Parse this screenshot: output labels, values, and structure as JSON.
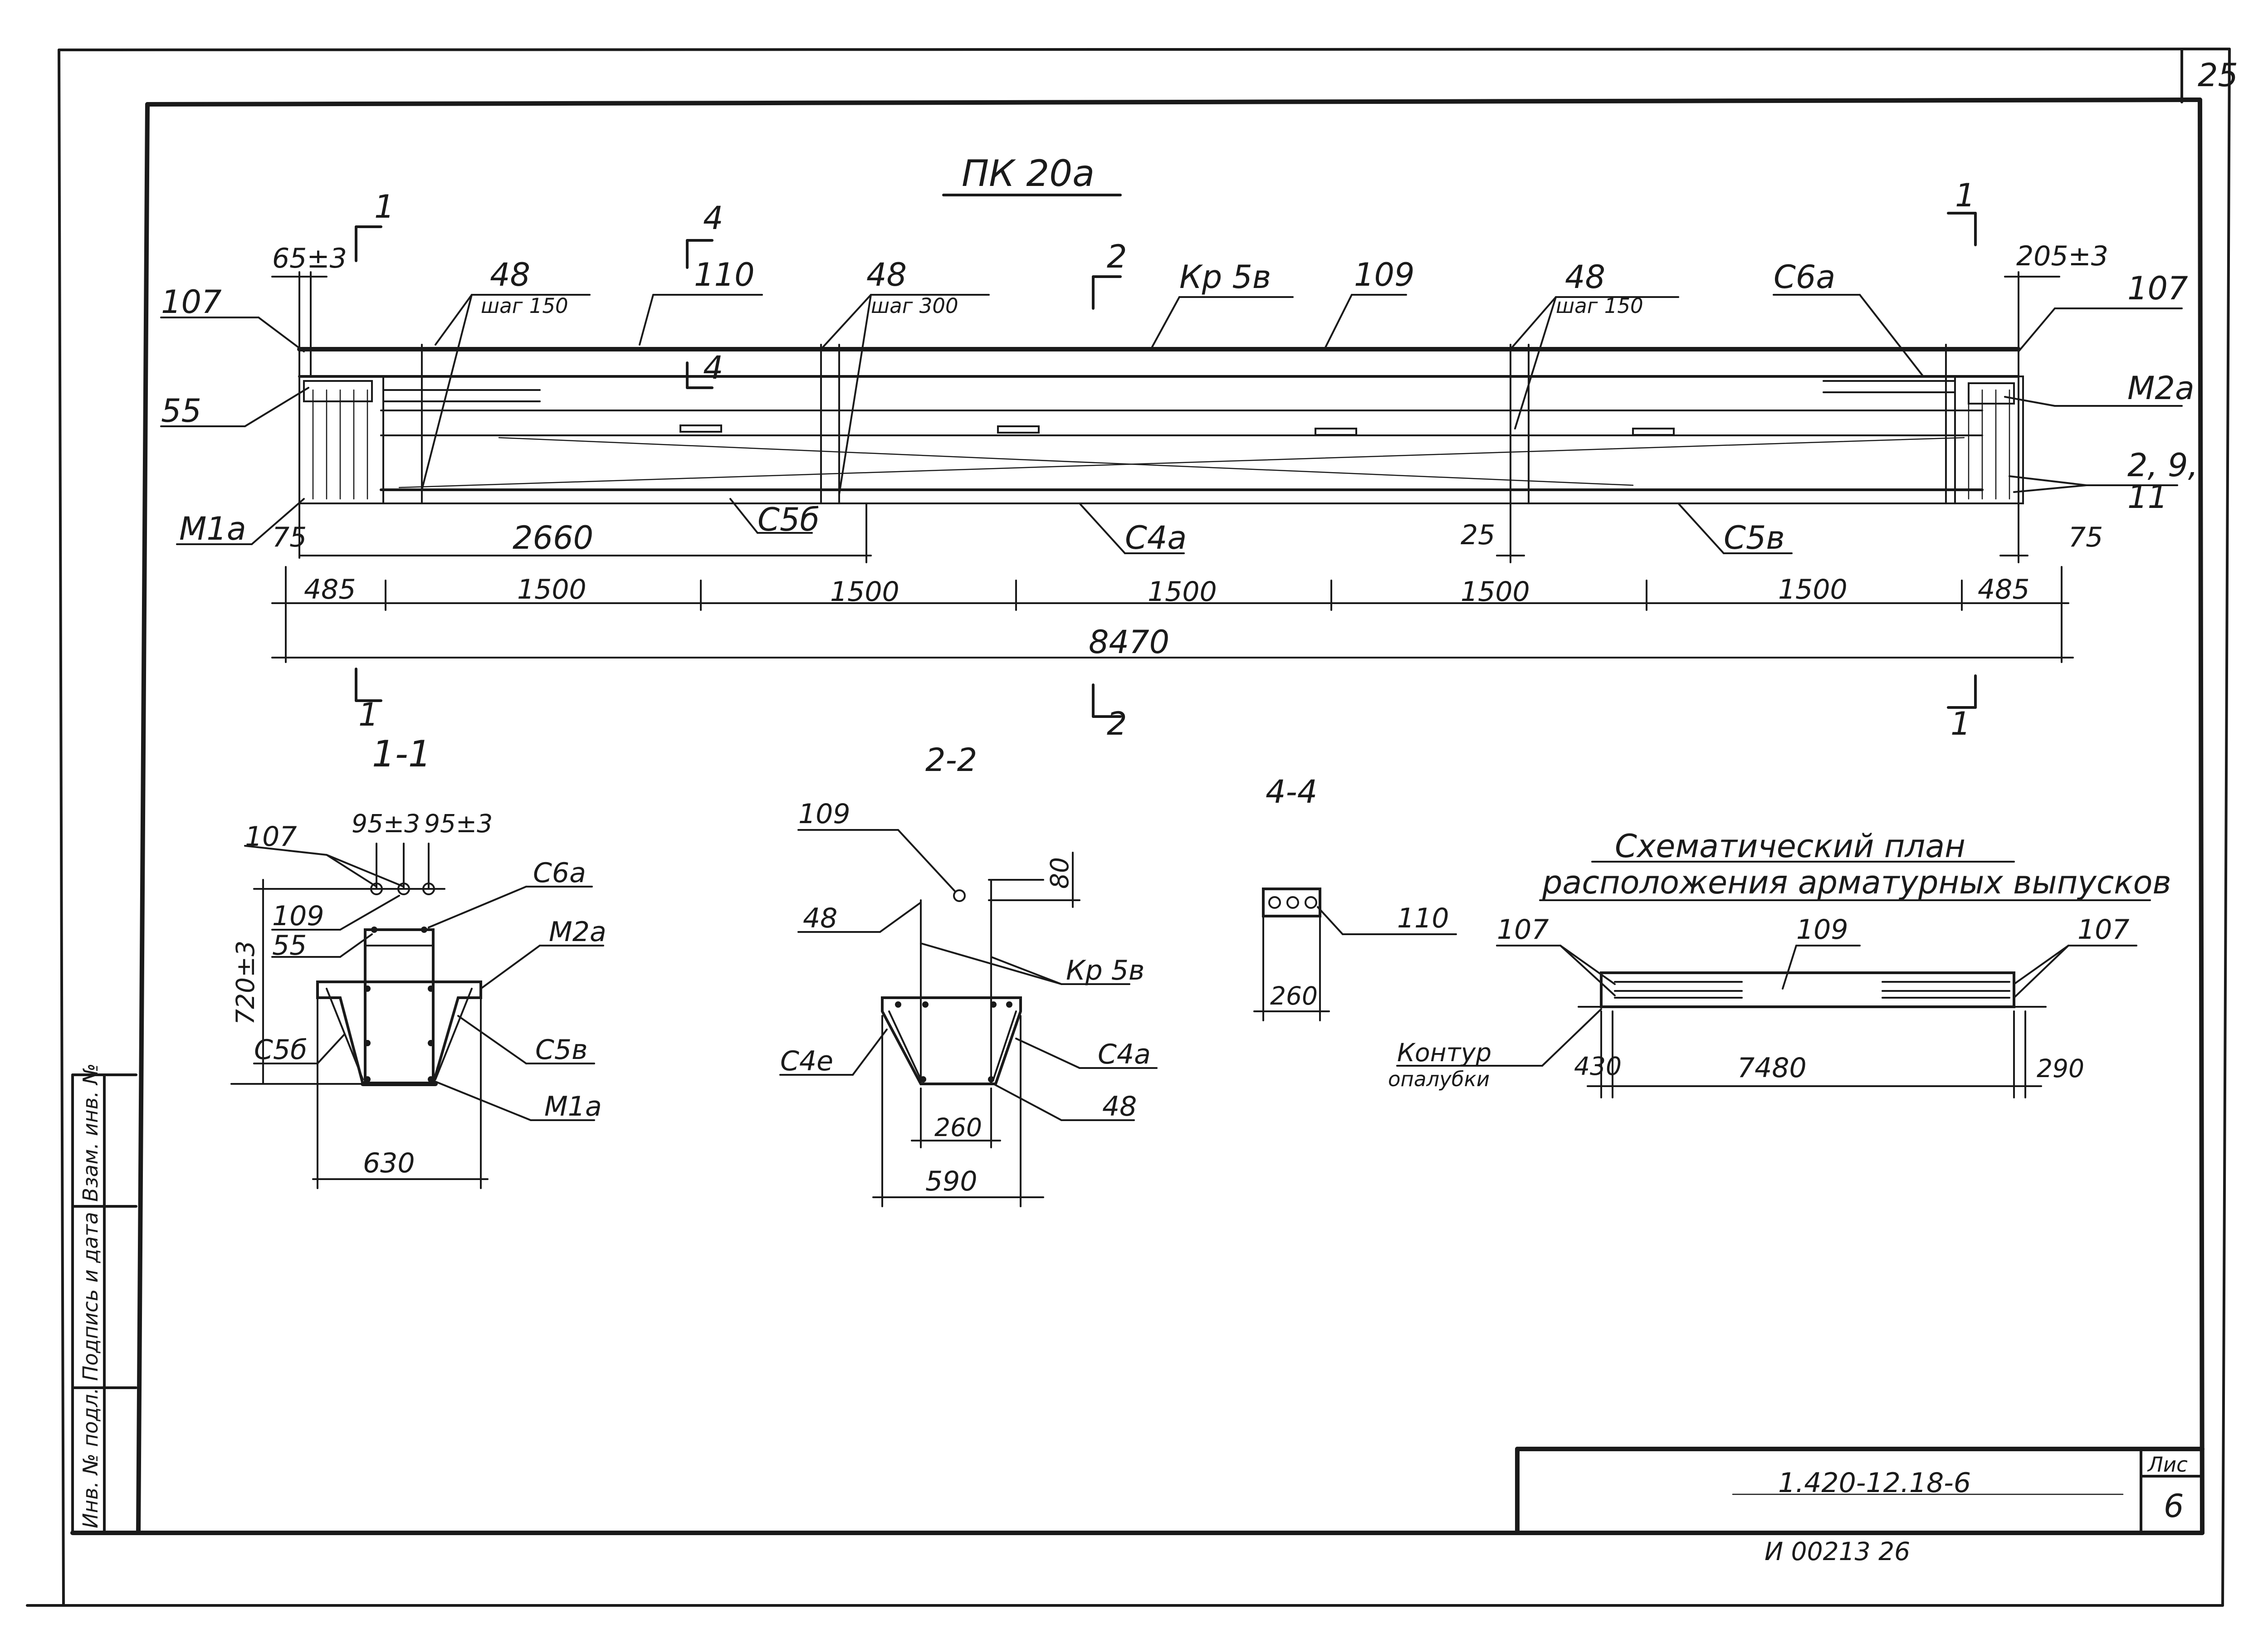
{
  "sheet": {
    "page_number": "25",
    "doc_code": "1.420-12.18-6",
    "sheet_label": "Лис",
    "sheet_number": "6",
    "archive_number": "И 00213 26",
    "side_stamp": [
      "Инв. № подл.",
      "Подпись и дата",
      "Взам. инв. №"
    ]
  },
  "elevation": {
    "title": "ПК 20а",
    "section_marks": [
      "1",
      "4",
      "2",
      "4",
      "1",
      "1",
      "2",
      "1"
    ],
    "callouts": {
      "c107_left": "107",
      "c55": "55",
      "c_m1a": "М1а",
      "c48_a": "48",
      "c48_a_step": "шаг 150",
      "c110": "110",
      "c48_b": "48",
      "c48_b_step": "шаг 300",
      "c_kr5v": "Кр 5в",
      "c109": "109",
      "c48_c": "48",
      "c48_c_step": "шаг 150",
      "c_c6a": "С6а",
      "c107_right": "107",
      "c_m2a": "М2а",
      "c_2_9": "2, 9,",
      "c_11": "11",
      "c_c5b_left": "С5б",
      "c_c4a": "С4а",
      "c_c5v": "С5в"
    },
    "dims": {
      "d65": "65±3",
      "d205": "205±3",
      "d75_left": "75",
      "d2660": "2660",
      "d25": "25",
      "d75_right": "75",
      "chain": [
        "485",
        "1500",
        "1500",
        "1500",
        "1500",
        "1500",
        "485"
      ],
      "total": "8470"
    }
  },
  "section_1_1": {
    "title": "1-1",
    "labels": {
      "c107": "107",
      "d95a": "95±3",
      "d95b": "95±3",
      "c_c6a": "С6а",
      "c109": "109",
      "c55": "55",
      "c_m2a": "М2а",
      "d720": "720±3",
      "c_c5b": "С5б",
      "c_c5v": "С5в",
      "c_m1a": "М1а",
      "d630": "630"
    }
  },
  "section_2_2": {
    "title": "2-2",
    "labels": {
      "c109": "109",
      "d80": "80",
      "c48_top": "48",
      "c_kr5v": "Кр 5в",
      "c_c4e": "С4е",
      "c_c4a": "С4а",
      "c48_bot": "48",
      "d260": "260",
      "d590": "590"
    }
  },
  "section_4_4": {
    "title": "4-4",
    "labels": {
      "c110": "110",
      "d260": "260"
    }
  },
  "plan": {
    "title_line1": "Схематический план",
    "title_line2": "расположения арматурных выпусков",
    "labels": {
      "c107_left": "107",
      "c109": "109",
      "c107_right": "107",
      "contour1": "Контур",
      "contour2": "опалубки",
      "d430": "430",
      "d7480": "7480",
      "d290": "290"
    }
  }
}
